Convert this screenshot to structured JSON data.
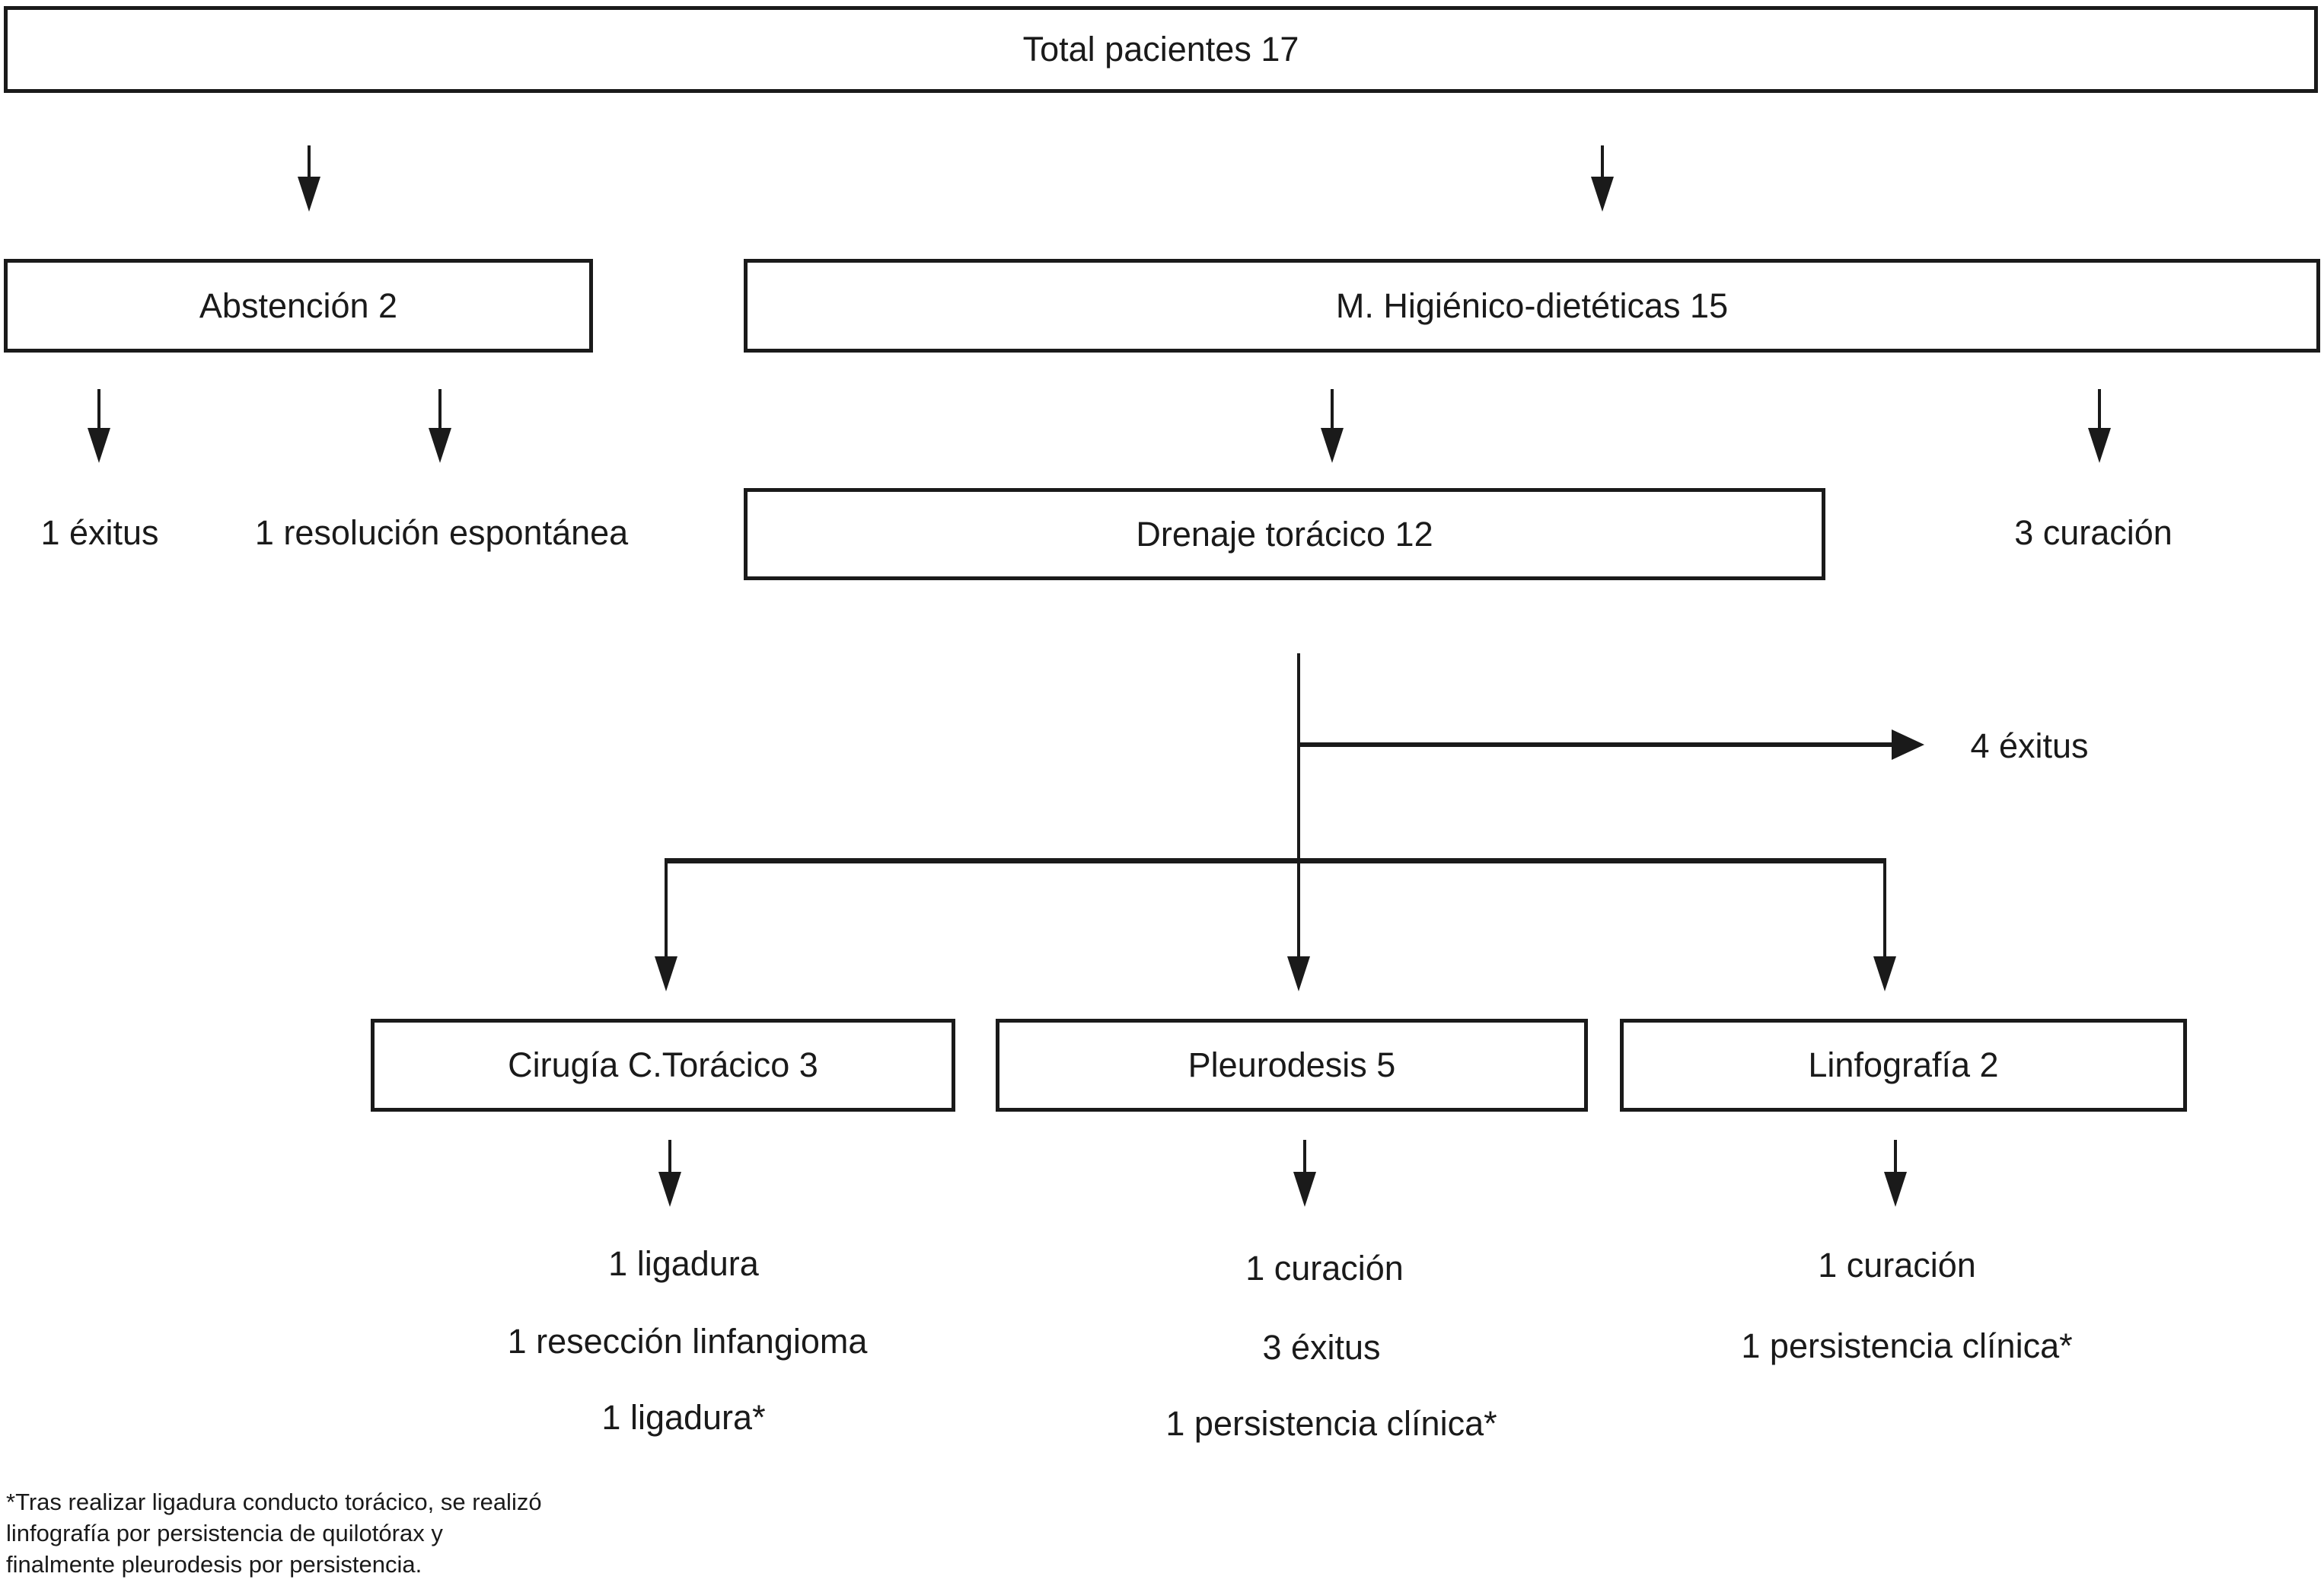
{
  "flowchart": {
    "root": {
      "label": "Total pacientes 17"
    },
    "abstencion": {
      "label": "Abstención 2",
      "outcomes": [
        "1 éxitus",
        "1 resolución espontánea"
      ]
    },
    "higienico": {
      "label": "M. Higiénico-dietéticas 15",
      "curacion": "3 curación"
    },
    "drenaje": {
      "label": "Drenaje torácico 12",
      "exitus": "4 éxitus"
    },
    "cirugia": {
      "label": "Cirugía C.Torácico 3",
      "outcomes": [
        "1 ligadura",
        "1 resección linfangioma",
        "1 ligadura*"
      ]
    },
    "pleurodesis": {
      "label": "Pleurodesis 5",
      "outcomes": [
        "1 curación",
        "3 éxitus",
        "1 persistencia clínica*"
      ]
    },
    "linfografia": {
      "label": "Linfografía 2",
      "outcomes": [
        "1 curación",
        "1 persistencia clínica*"
      ]
    },
    "footnote": [
      "*Tras realizar ligadura conducto torácico, se realizó",
      "linfografía por persistencia de quilotórax y",
      "finalmente pleurodesis por persistencia."
    ],
    "colors": {
      "ink": "#1a1a1a",
      "background": "#ffffff"
    }
  }
}
